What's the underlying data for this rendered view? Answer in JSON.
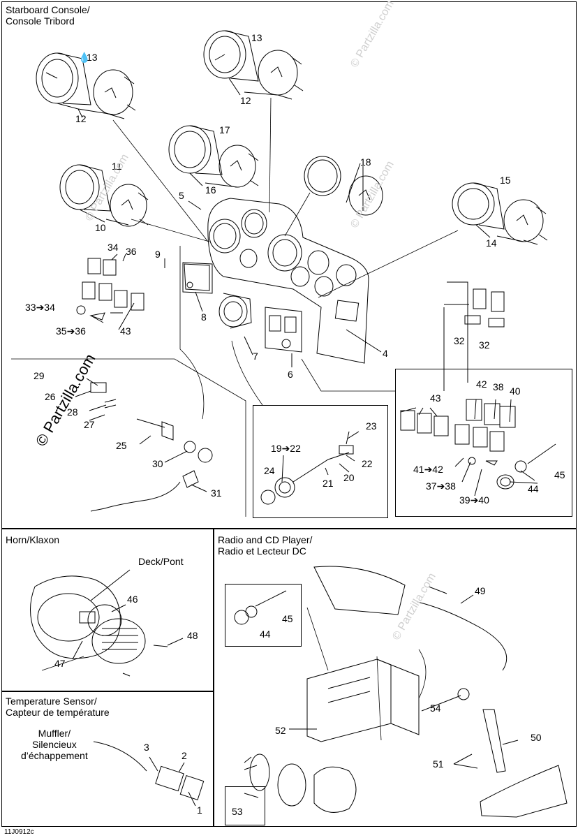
{
  "sections": {
    "starboard_console": "Starboard Console/\nConsole Tribord",
    "horn": "Horn/Klaxon",
    "temperature_sensor": "Temperature Sensor/\nCapteur de température",
    "radio": "Radio and CD Player/\nRadio et Lecteur DC"
  },
  "labels": {
    "deck": "Deck/Pont",
    "muffler": "Muffler/\nSilencieux\nd’échappement"
  },
  "callouts": {
    "c13a": "13",
    "c13b": "13",
    "c12a": "12",
    "c12b": "12",
    "c17": "17",
    "c16": "16",
    "c18": "18",
    "c11": "11",
    "c10": "10",
    "c15": "15",
    "c14": "14",
    "c5": "5",
    "c34": "34",
    "c36": "36",
    "c9": "9",
    "c33": "33➔34",
    "c35": "35➔36",
    "c43a": "43",
    "c8": "8",
    "c7": "7",
    "c6": "6",
    "c4": "4",
    "c32a": "32",
    "c32b": "32",
    "c29": "29",
    "c26": "26",
    "c28": "28",
    "c27": "27",
    "c25": "25",
    "c30": "30",
    "c31": "31",
    "c23": "23",
    "c19": "19➔22",
    "c22": "22",
    "c24": "24",
    "c21": "21",
    "c20": "20",
    "c43b": "43",
    "c42": "42",
    "c38": "38",
    "c40": "40",
    "c41": "41➔42",
    "c37": "37➔38",
    "c39": "39➔40",
    "c45a": "45",
    "c44a": "44",
    "c46": "46",
    "c48": "48",
    "c47": "47",
    "c3": "3",
    "c2": "2",
    "c1": "1",
    "c49": "49",
    "c45b": "45",
    "c44b": "44",
    "c52": "52",
    "c54": "54",
    "c50": "50",
    "c51": "51",
    "c53": "53"
  },
  "watermark": "© Partzilla.com",
  "drawing_code": "11J0912c"
}
